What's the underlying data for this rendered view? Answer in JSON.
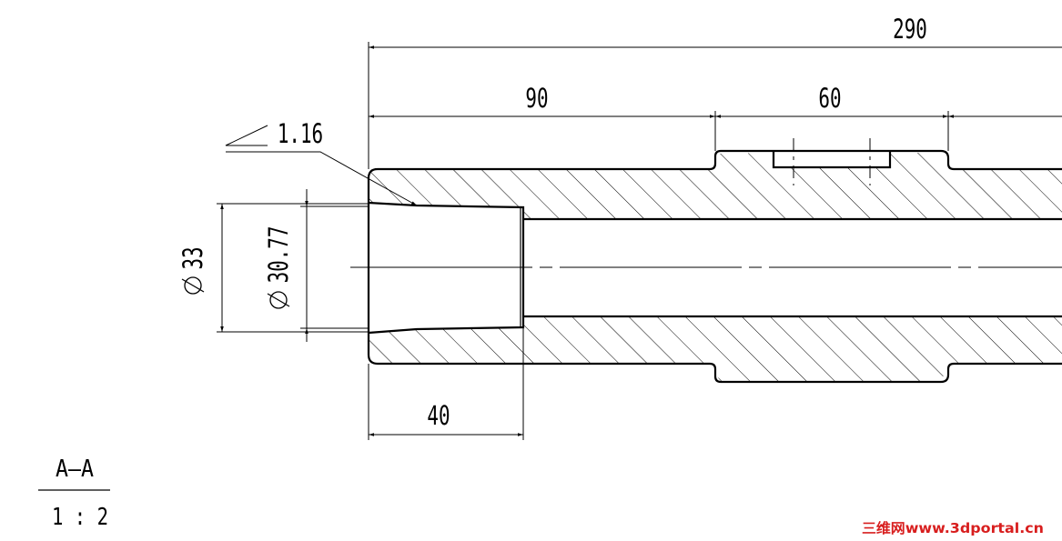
{
  "drawing": {
    "dimensions": {
      "overall_length": "290",
      "left_length": "90",
      "groove_length": "60",
      "bore_depth": "40",
      "outer_bore_diameter": "33",
      "inner_bore_diameter": "30.77",
      "taper": "1.16"
    },
    "section_label": {
      "name": "A–A",
      "scale": "1 : 2"
    }
  },
  "watermark": {
    "text": "三维网www.3dportal.cn"
  },
  "colors": {
    "line": "#000000",
    "watermark": "#d81e1e"
  }
}
